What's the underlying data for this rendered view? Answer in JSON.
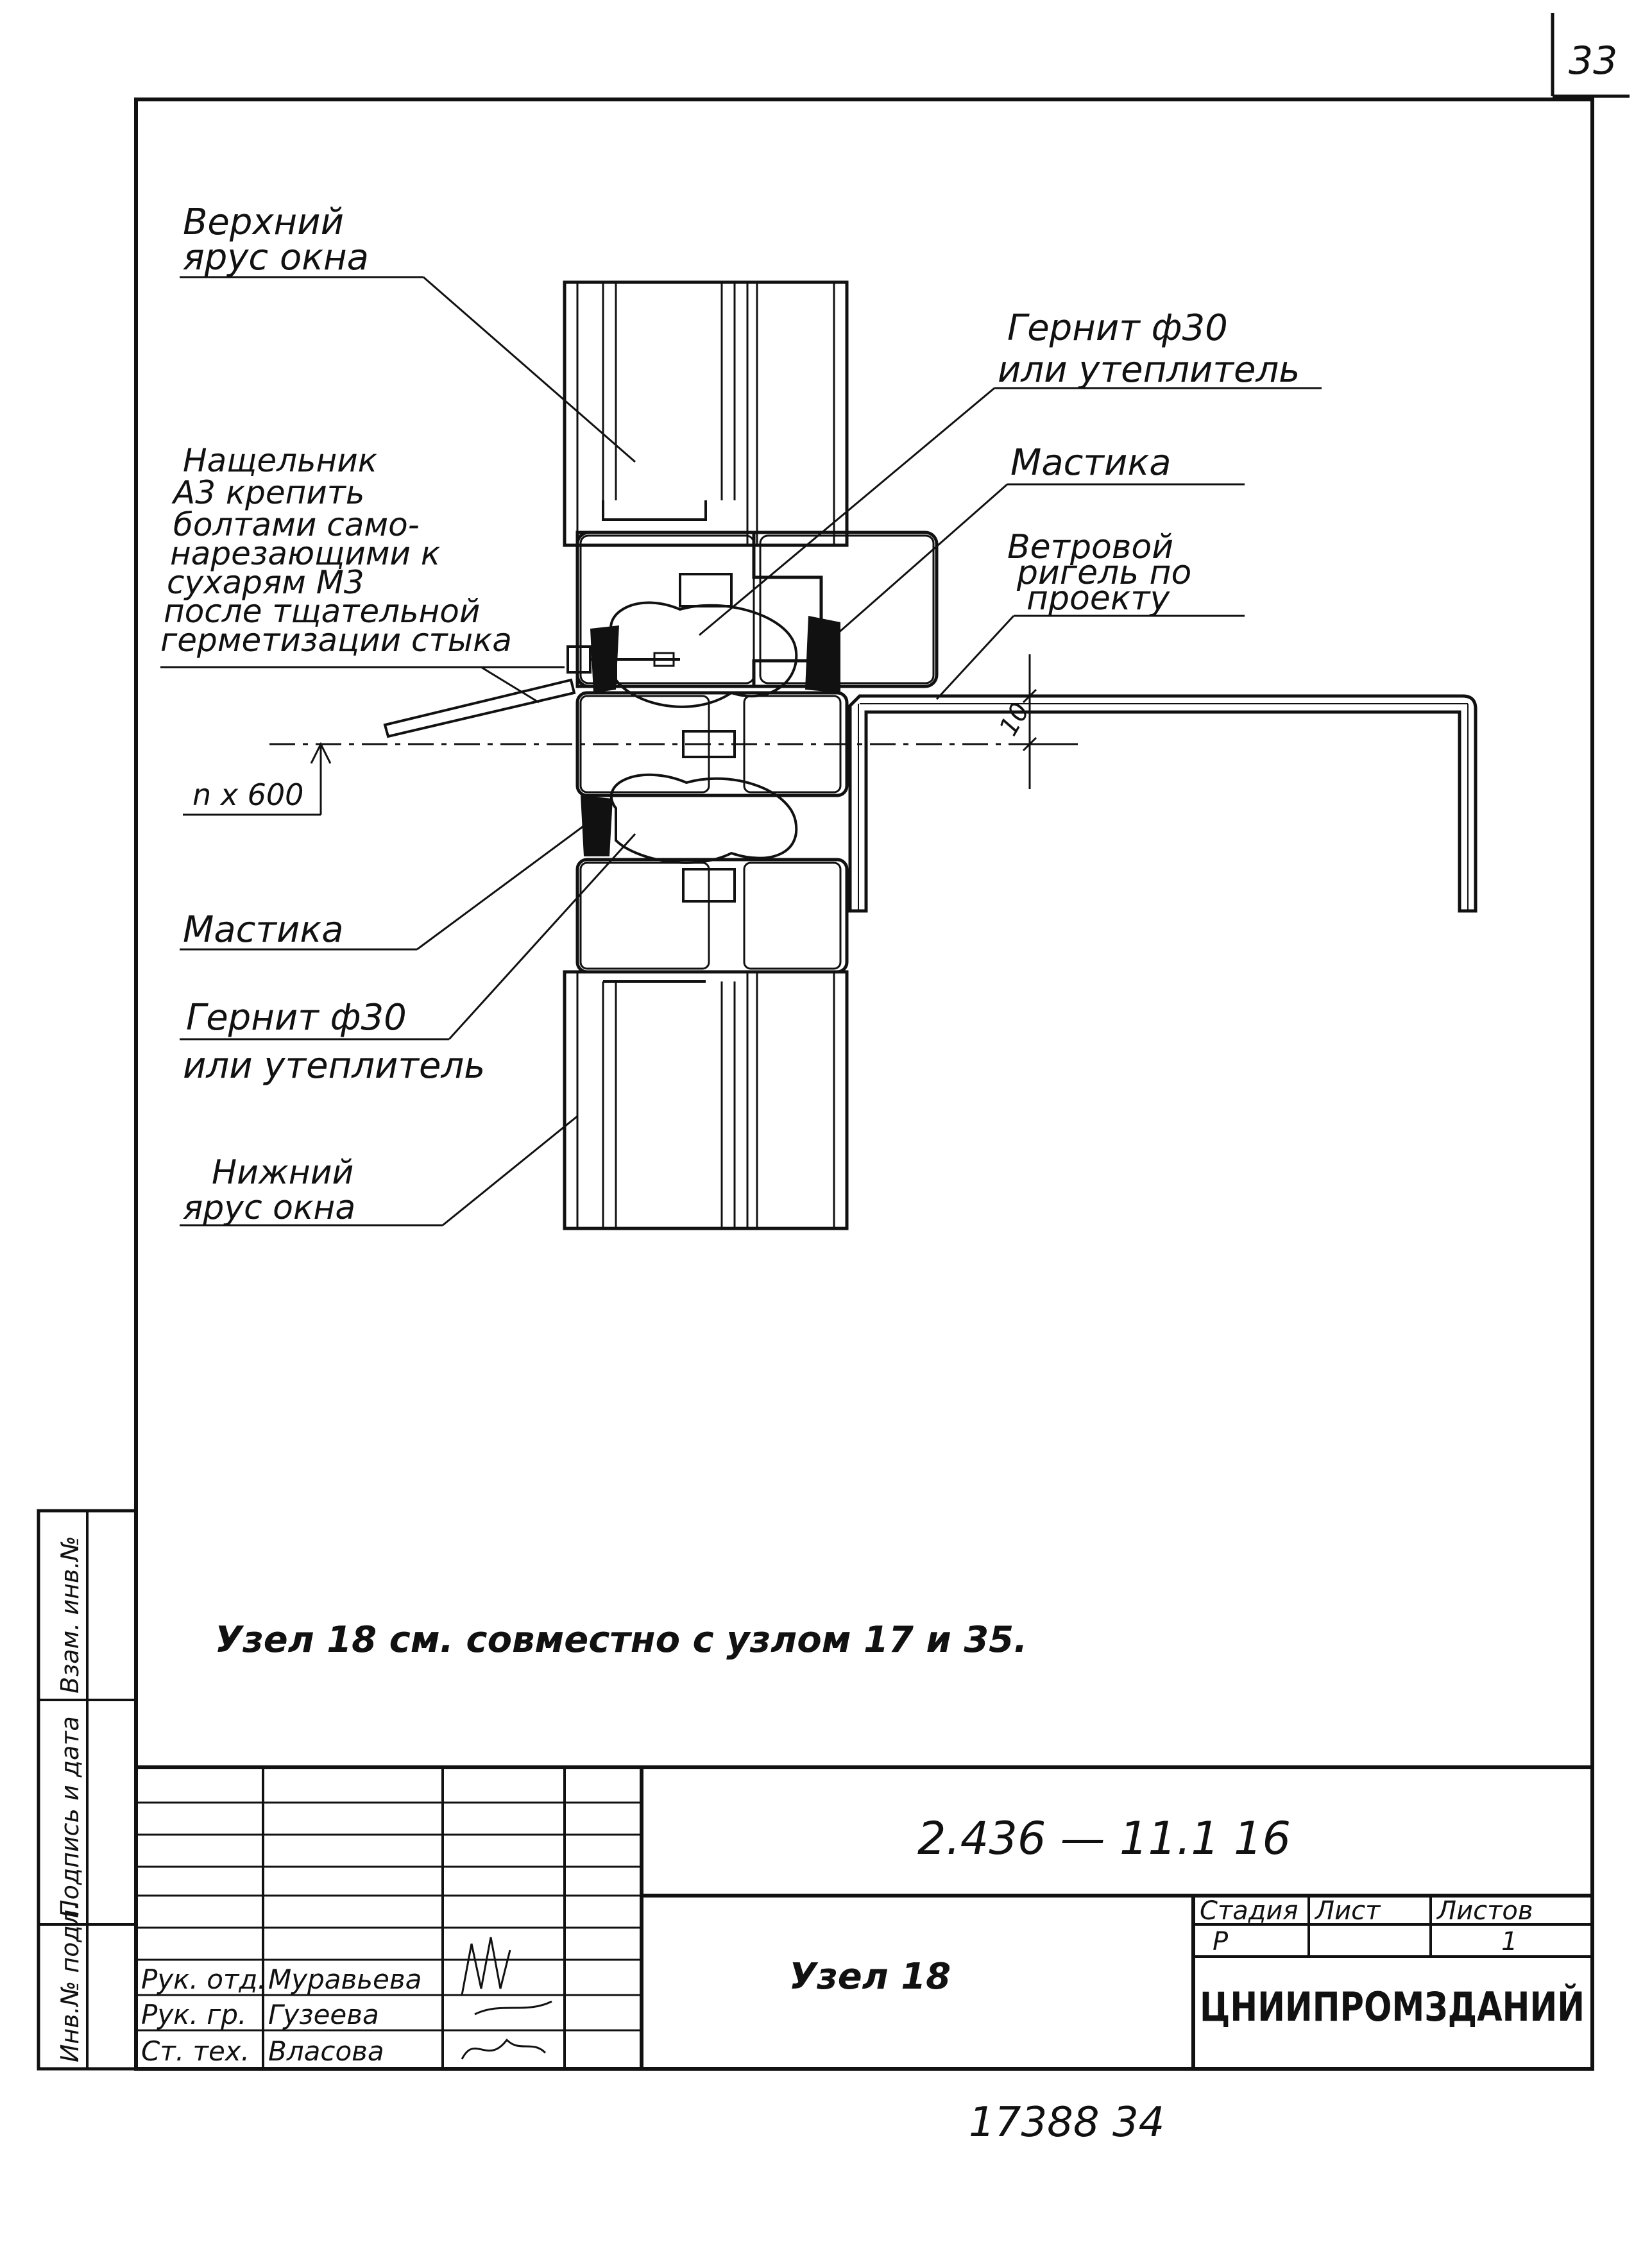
{
  "sheet": {
    "page_number": "33",
    "archive_number": "17388  34"
  },
  "labels": {
    "upper_tier": [
      "Верхний",
      "ярус окна"
    ],
    "gernit_top": [
      "Гернит ф30",
      "или утеплитель"
    ],
    "nashchelnik": [
      "Нащельник",
      "А3 крепить",
      "болтами само-",
      "нарезающими к",
      "сухарям М3",
      "после тщательной",
      "герметизации стыка"
    ],
    "mastika_top": "Мастика",
    "wind_rigel": [
      "Ветровой",
      "ригель по",
      "проекту"
    ],
    "dim_10": "10",
    "nx600": "n x 600",
    "mastika_bottom": "Мастика",
    "gernit_bottom": [
      "Гернит ф30",
      "или утеплитель"
    ],
    "lower_tier": [
      "Нижний",
      "ярус окна"
    ]
  },
  "note": "Узел 18 см. совместно с узлом 17 и 35.",
  "left_margin": {
    "inv_podl": "Инв.№ подл.",
    "podpis_data": "Подпись и дата",
    "vzam_inv": "Взам. инв.№"
  },
  "title_block": {
    "doc_code": "2.436 — 11.1 16",
    "title": "Узел 18",
    "stage_label": "Стадия",
    "sheet_label": "Лист",
    "sheets_label": "Листов",
    "stage_value": "Р",
    "sheets_value": "1",
    "organization": "ЦНИИПРОМЗДАНИЙ",
    "roles": [
      {
        "role": "Рук. отд.",
        "name": "Муравьева"
      },
      {
        "role": "Рук. гр.",
        "name": "Гузеева"
      },
      {
        "role": "Ст. тех.",
        "name": "Власова"
      }
    ]
  }
}
